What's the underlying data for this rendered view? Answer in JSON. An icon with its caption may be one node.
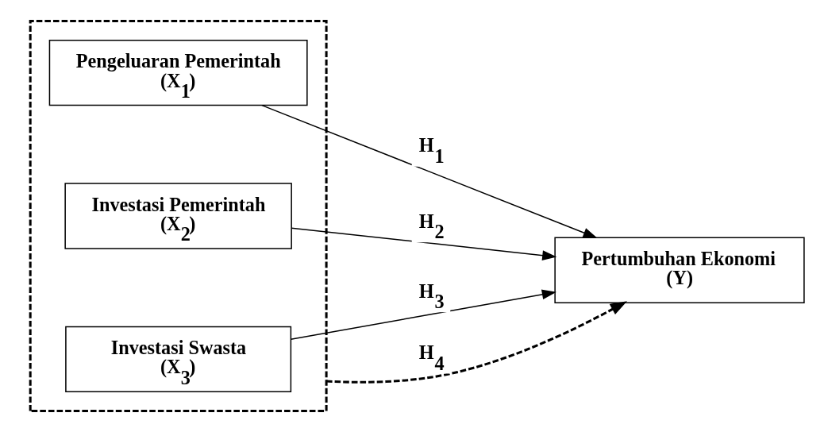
{
  "diagram": {
    "nodes": [
      {
        "text": [],
        "shape": "box"
      },
      {
        "text": [
          "Pengeluaran Pemerintah",
          "(X$_{1}$)"
        ],
        "in": 0
      },
      {
        "text": [
          "Investasi Pemerintah",
          "(X$_{2}$)"
        ],
        "in": 0
      },
      {
        "text": [
          "Investasi Swasta",
          "(X$_{3}$)"
        ],
        "in": 0
      },
      {
        "text": [
          "Pertumbuhan Ekonomi",
          "(Y)"
        ]
      }
    ],
    "edges": [
      {
        "from": 1,
        "to": 4,
        "arrow": "to",
        "label": "H$_{1}$"
      },
      {
        "from": 2,
        "to": 4,
        "arrow": "to",
        "label": "H$_{2}$"
      },
      {
        "from": 3,
        "to": 4,
        "arrow": "to",
        "label": "H$_{3}$"
      },
      {
        "from": 0,
        "to": 4,
        "arrow": "to",
        "label": "H$_{4}$",
        "style": "dashed"
      }
    ]
  }
}
